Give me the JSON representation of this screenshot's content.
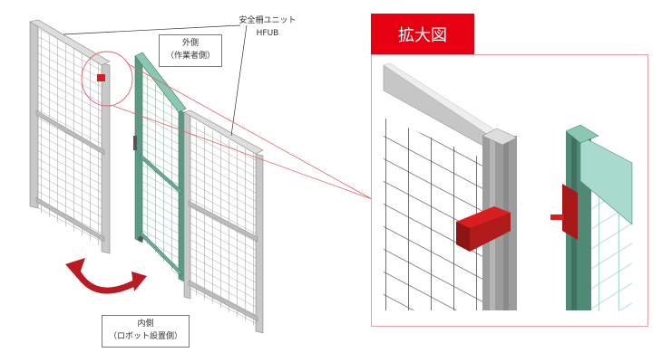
{
  "labels": {
    "unit_name": "安全柵ユニット",
    "unit_code": "HFUB",
    "outside_title": "外側",
    "outside_sub": "（作業者側）",
    "inside_title": "内側",
    "inside_sub": "（ロボット設置側）",
    "zoom_title": "拡大図"
  },
  "colors": {
    "accent": "#e60012",
    "frame_grey": "#a8a8a8",
    "frame_green": "#4f8a76",
    "switch_red": "#d81e1e"
  }
}
